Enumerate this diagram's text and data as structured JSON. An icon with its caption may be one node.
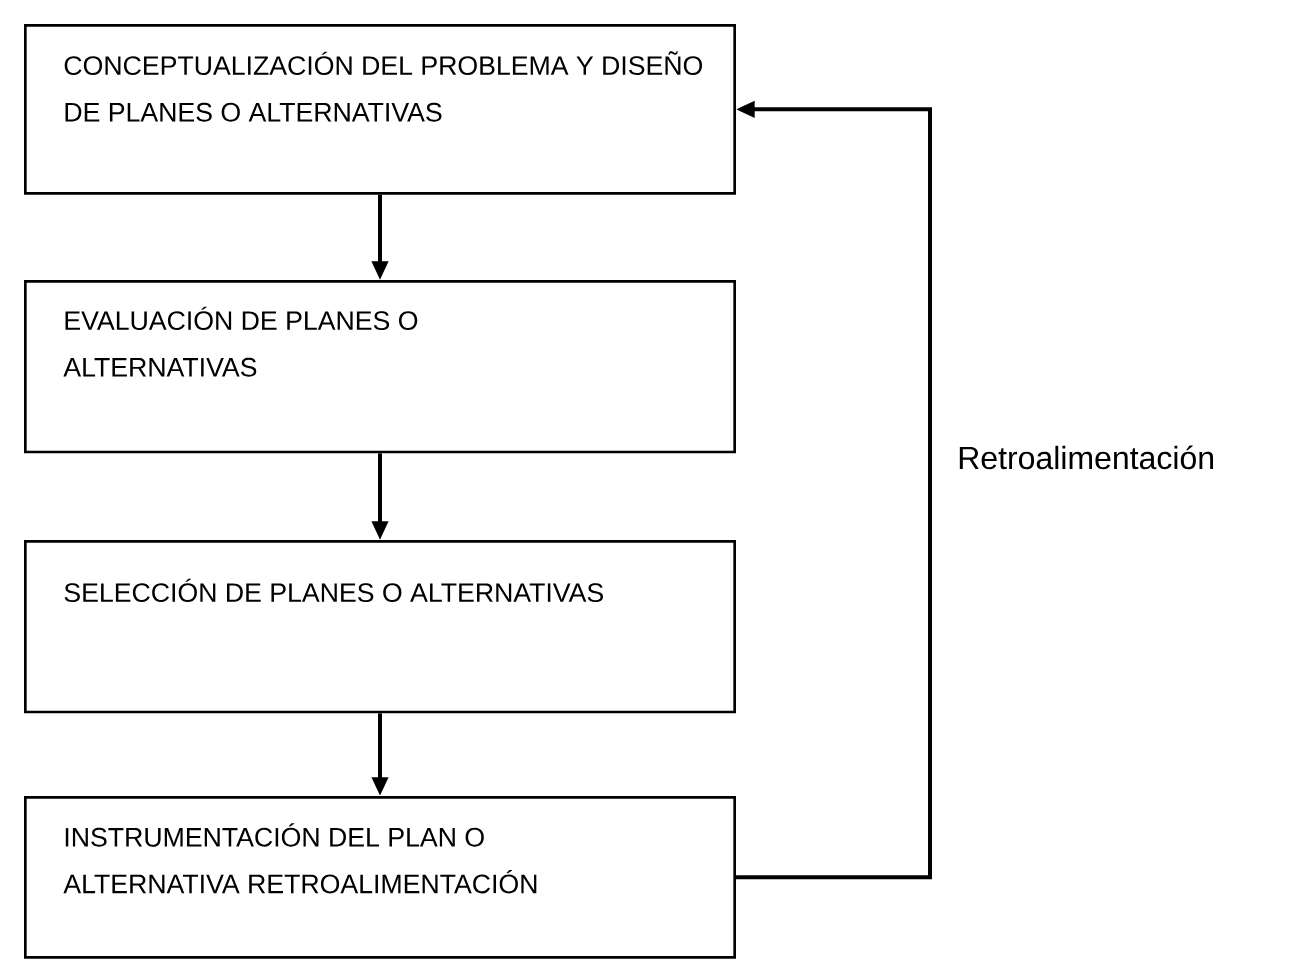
{
  "diagram": {
    "nodes": [
      {
        "text": [
          "CONCEPTUALIZACIÓN DEL PROBLEMA Y DISEÑO DE PLANES O ALTERNATIVAS"
        ]
      },
      {
        "text": [
          "EVALUACIÓN DE PLANES O ALTERNATIVAS"
        ]
      },
      {
        "text": [
          "SELECCIÓN DE PLANES O ALTERNATIVAS"
        ]
      },
      {
        "text": [
          "INSTRUMENTACIÓN DEL PLAN O ALTERNATIVA RETROALIMENTACIÓN"
        ]
      }
    ],
    "edges": [
      {
        "from": 0,
        "to": 1,
        "arrow": "to"
      },
      {
        "from": 1,
        "to": 2,
        "arrow": "to"
      },
      {
        "from": 2,
        "to": 3,
        "arrow": "to"
      },
      {
        "from": 3,
        "to": 0,
        "arrow": "to",
        "label": "Retroalimentación"
      }
    ]
  }
}
